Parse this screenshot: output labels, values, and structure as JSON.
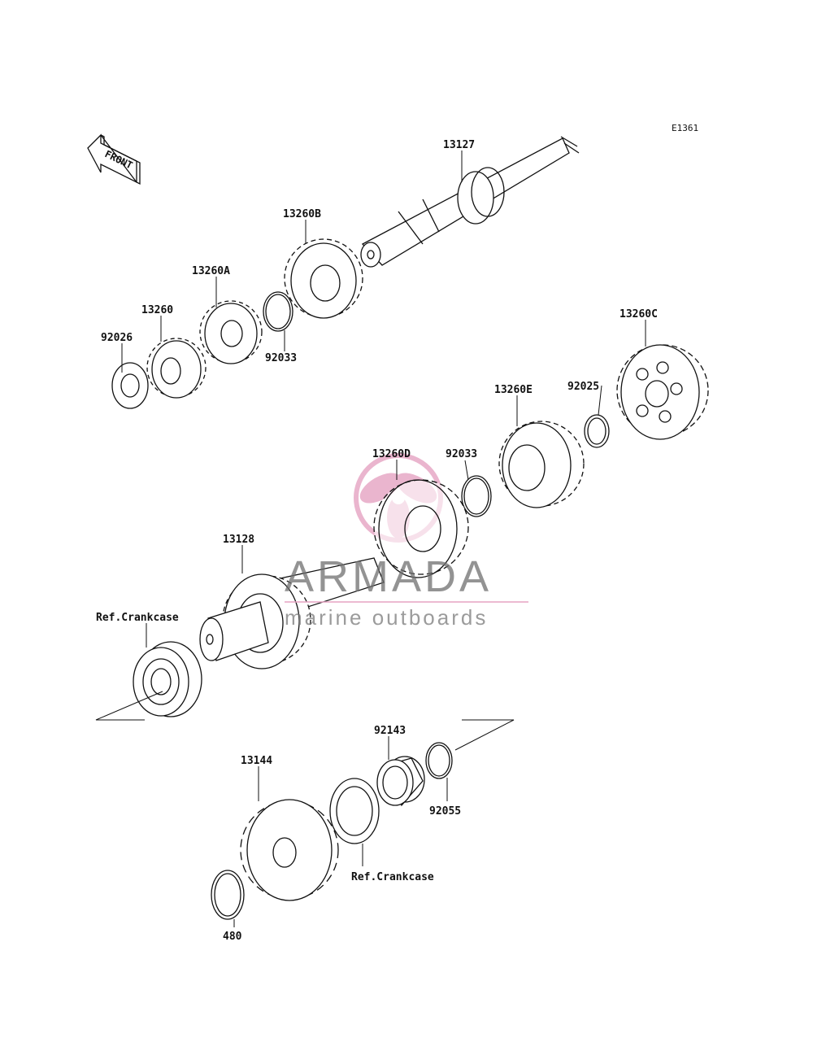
{
  "diagram_code": "E1361",
  "front_label": "FRONT",
  "watermark": {
    "title": "ARMADA",
    "subtitle": "marine outboards",
    "logo_color": "#e6a3c2"
  },
  "parts": [
    {
      "id": "13127",
      "label": "13127"
    },
    {
      "id": "13260B",
      "label": "13260B"
    },
    {
      "id": "13260A",
      "label": "13260A"
    },
    {
      "id": "13260",
      "label": "13260"
    },
    {
      "id": "92026",
      "label": "92026"
    },
    {
      "id": "92033a",
      "label": "92033"
    },
    {
      "id": "13260C",
      "label": "13260C"
    },
    {
      "id": "13260E",
      "label": "13260E"
    },
    {
      "id": "92025",
      "label": "92025"
    },
    {
      "id": "13260D",
      "label": "13260D"
    },
    {
      "id": "92033b",
      "label": "92033"
    },
    {
      "id": "13128",
      "label": "13128"
    },
    {
      "id": "refcase1",
      "label": "Ref.Crankcase"
    },
    {
      "id": "92143",
      "label": "92143"
    },
    {
      "id": "13144",
      "label": "13144"
    },
    {
      "id": "92055",
      "label": "92055"
    },
    {
      "id": "refcase2",
      "label": "Ref.Crankcase"
    },
    {
      "id": "480",
      "label": "480"
    }
  ]
}
